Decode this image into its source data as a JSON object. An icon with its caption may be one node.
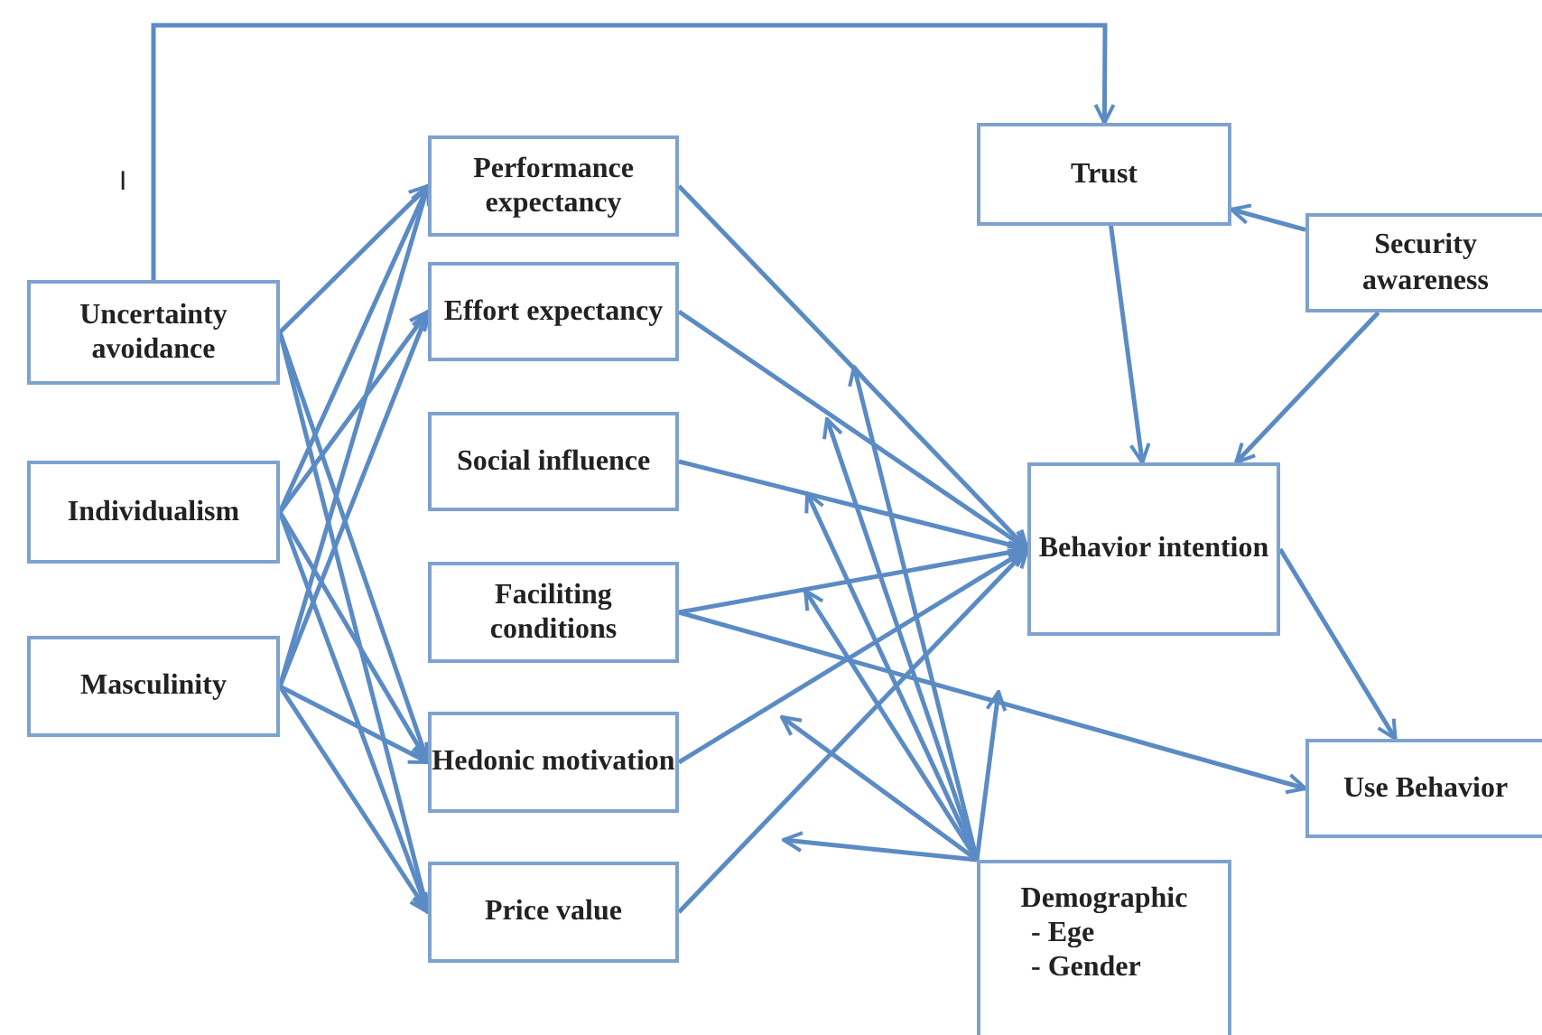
{
  "diagram": {
    "nodes": [
      {
        "text": [
          "Uncertainty avoidance"
        ]
      },
      {
        "text": [
          "Individualism"
        ]
      },
      {
        "text": [
          "Masculinity"
        ]
      },
      {
        "text": [
          "Performance expectancy"
        ]
      },
      {
        "text": [
          "Effort expectancy"
        ]
      },
      {
        "text": [
          "Social influence"
        ]
      },
      {
        "text": [
          "Faciliting conditions"
        ]
      },
      {
        "text": [
          "Hedonic motivation"
        ]
      },
      {
        "text": [
          "Price value"
        ]
      },
      {
        "text": [
          "Trust"
        ]
      },
      {
        "text": [
          "Security awareness"
        ]
      },
      {
        "text": [
          "Behavior intention"
        ]
      },
      {
        "text": [
          "Use Behavior"
        ]
      },
      {
        "text": [
          "Demographic",
          "- Ege",
          "- Gender"
        ]
      }
    ],
    "edges": [
      {
        "from": 0,
        "to": 9,
        "arrow": "to"
      },
      {
        "from": 0,
        "to": 3,
        "arrow": "to"
      },
      {
        "from": 0,
        "to": 7,
        "arrow": "to"
      },
      {
        "from": 0,
        "to": 8,
        "arrow": "to"
      },
      {
        "from": 1,
        "to": 3,
        "arrow": "to"
      },
      {
        "from": 1,
        "to": 4,
        "arrow": "to"
      },
      {
        "from": 1,
        "to": 7,
        "arrow": "to"
      },
      {
        "from": 1,
        "to": 8,
        "arrow": "to"
      },
      {
        "from": 2,
        "to": 3,
        "arrow": "to"
      },
      {
        "from": 2,
        "to": 4,
        "arrow": "to"
      },
      {
        "from": 2,
        "to": 7,
        "arrow": "to"
      },
      {
        "from": 2,
        "to": 8,
        "arrow": "to"
      },
      {
        "from": 3,
        "to": 11,
        "arrow": "to"
      },
      {
        "from": 4,
        "to": 11,
        "arrow": "to"
      },
      {
        "from": 5,
        "to": 11,
        "arrow": "to"
      },
      {
        "from": 6,
        "to": 11,
        "arrow": "to"
      },
      {
        "from": 7,
        "to": 11,
        "arrow": "to"
      },
      {
        "from": 8,
        "to": 11,
        "arrow": "to"
      },
      {
        "from": 6,
        "to": 12,
        "arrow": "to"
      },
      {
        "from": 9,
        "to": 11,
        "arrow": "to"
      },
      {
        "from": 10,
        "to": 9,
        "arrow": "to"
      },
      {
        "from": 10,
        "to": 11,
        "arrow": "to"
      },
      {
        "from": 11,
        "to": 12,
        "arrow": "to"
      },
      {
        "from": 13,
        "to": null,
        "arrow": "to"
      },
      {
        "from": 13,
        "to": null,
        "arrow": "to"
      },
      {
        "from": 13,
        "to": null,
        "arrow": "to"
      },
      {
        "from": 13,
        "to": null,
        "arrow": "to"
      },
      {
        "from": 13,
        "to": null,
        "arrow": "to"
      },
      {
        "from": 13,
        "to": null,
        "arrow": "to"
      },
      {
        "from": 13,
        "to": null,
        "arrow": "to"
      }
    ],
    "labels": [
      "I"
    ]
  }
}
